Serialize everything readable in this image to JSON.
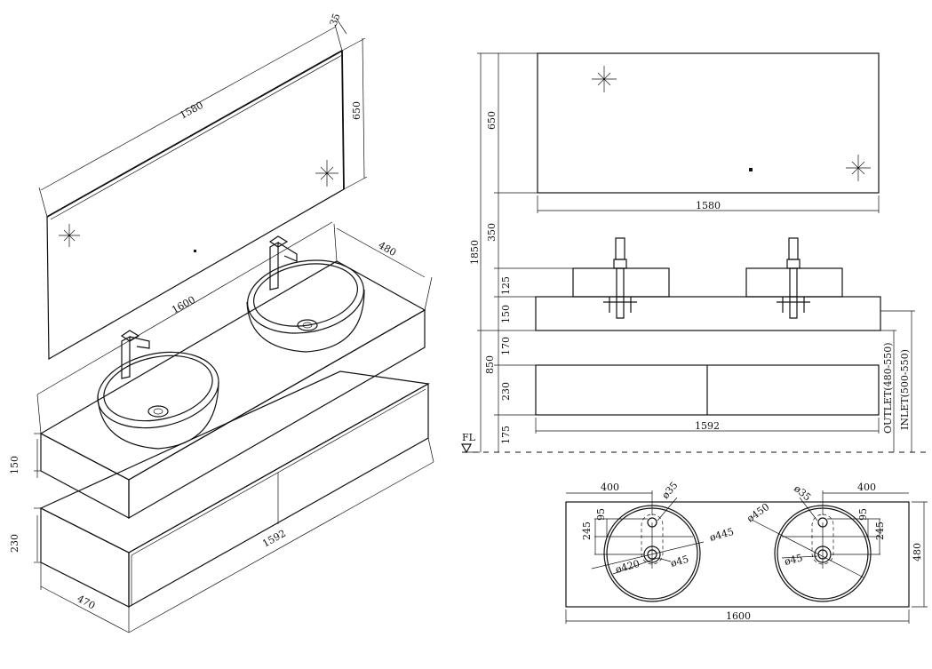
{
  "iso_view": {
    "mirror_depth": "35",
    "mirror_width": "1580",
    "mirror_height": "650",
    "top_depth": "480",
    "top_width": "1600",
    "top_height": "150",
    "cabinet_height": "230",
    "cabinet_width": "1592",
    "cabinet_depth": "470"
  },
  "front_view": {
    "mirror_height": "650",
    "mirror_width": "1580",
    "gap_above_top": "350",
    "overall_height": "1850",
    "basin_height": "125",
    "top_height": "150",
    "gap_below_top": "170",
    "counter_height": "850",
    "cabinet_height": "230",
    "cabinet_width": "1592",
    "floor_clearance": "175",
    "floor_label": "FL",
    "outlet_label": "OUTLET(480-550)",
    "inlet_label": "INLET(500-550)"
  },
  "plan_view": {
    "left_basin_offset": "400",
    "left_tap_hole": "ø35",
    "left_basin_depth_offset": "245",
    "left_tap_offset": "95",
    "left_basin_outer": "ø445",
    "left_basin_inner": "ø420",
    "left_drain": "ø45",
    "right_tap_hole": "ø35",
    "right_basin_offset": "400",
    "right_basin_outer": "ø450",
    "right_tap_offset": "95",
    "right_basin_depth_offset": "245",
    "right_drain": "ø45",
    "top_depth": "480",
    "top_width": "1600"
  }
}
